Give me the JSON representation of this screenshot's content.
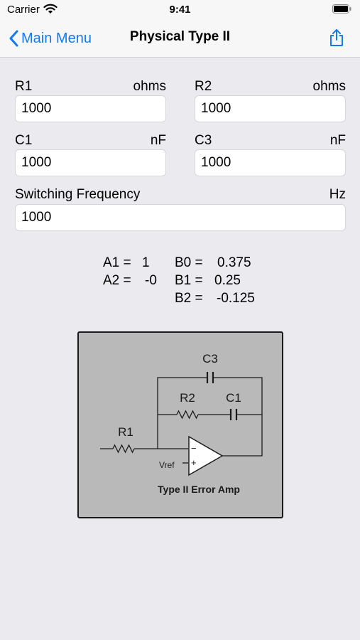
{
  "status": {
    "carrier": "Carrier",
    "time": "9:41"
  },
  "nav": {
    "back_label": "Main Menu",
    "title": "Physical Type II"
  },
  "fields": {
    "r1": {
      "label": "R1",
      "unit": "ohms",
      "value": "1000"
    },
    "r2": {
      "label": "R2",
      "unit": "ohms",
      "value": "1000"
    },
    "c1": {
      "label": "C1",
      "unit": "nF",
      "value": "1000"
    },
    "c3": {
      "label": "C3",
      "unit": "nF",
      "value": "1000"
    },
    "freq": {
      "label": "Switching Frequency",
      "unit": "Hz",
      "value": "1000"
    }
  },
  "coefficients": {
    "a1": {
      "label": "A1 =",
      "value": "1"
    },
    "a2": {
      "label": "A2 =",
      "value": "-0"
    },
    "b0": {
      "label": "B0 =",
      "value": "0.375"
    },
    "b1": {
      "label": "B1 =",
      "value": "0.25"
    },
    "b2": {
      "label": "B2 =",
      "value": "-0.125"
    }
  },
  "diagram": {
    "c3_label": "C3",
    "r2_label": "R2",
    "c1_label": "C1",
    "r1_label": "R1",
    "minus": "−",
    "plus": "+",
    "vref_label": "Vref",
    "caption": "Type II Error Amp"
  },
  "colors": {
    "accent": "#1479f5",
    "background": "#eaeaef"
  }
}
